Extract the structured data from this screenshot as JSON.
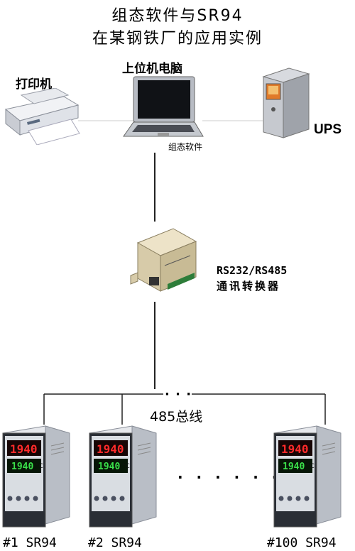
{
  "title": {
    "line1": "组态软件与SR94",
    "line2": "在某钢铁厂的应用实例"
  },
  "nodes": {
    "printer": "打印机",
    "pc": "上位机电脑",
    "software": "组态软件",
    "ups": "UPS",
    "converter_line1": "RS232/RS485",
    "converter_line2": "通讯转换器"
  },
  "bus": {
    "label": "485总线",
    "ellipsis": "· · ·",
    "more_devices": "· · · · · ·"
  },
  "controllers": [
    {
      "label": "#1 SR94",
      "pv": "1940",
      "sv": "1940"
    },
    {
      "label": "#2 SR94",
      "pv": "1940",
      "sv": "1940"
    },
    {
      "label": "#100 SR94",
      "pv": "1940",
      "sv": "1940"
    }
  ],
  "colors": {
    "line": "#222222",
    "pv_display": "#ff2a2a",
    "sv_display": "#3adf4a",
    "panel": "#d9dde2",
    "face": "#2a2e35"
  }
}
